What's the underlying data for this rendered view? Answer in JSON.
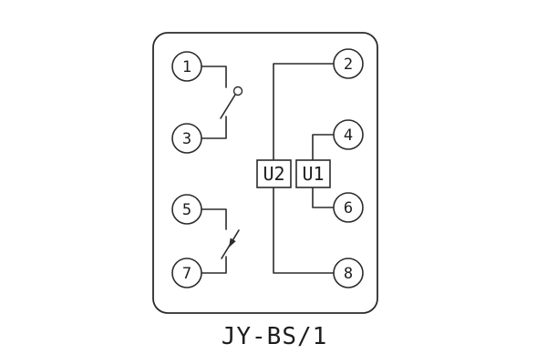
{
  "diagram": {
    "model_label": "JY-BS/1",
    "terminals": [
      "1",
      "2",
      "3",
      "4",
      "5",
      "6",
      "7",
      "8"
    ],
    "components": [
      {
        "label": "U2"
      },
      {
        "label": "U1"
      }
    ],
    "colors": {
      "ink": "#2b2b2b",
      "background": "#ffffff"
    }
  }
}
